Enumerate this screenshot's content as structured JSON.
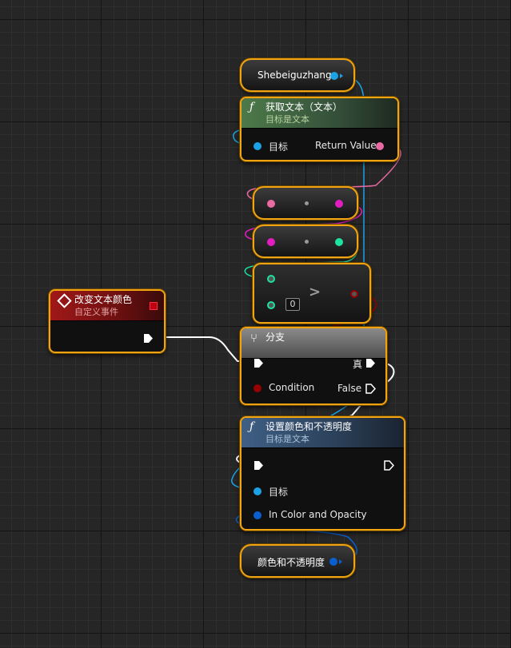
{
  "nodes": {
    "var_shebeiguzhang": {
      "label": "Shebeiguzhang"
    },
    "get_text": {
      "title": "获取文本（文本）",
      "subtitle": "目标是文本",
      "pin_target": "目标",
      "pin_return": "Return Value"
    },
    "custom_event": {
      "title": "改变文本颜色",
      "subtitle": "自定义事件"
    },
    "compare": {
      "operator": ">",
      "default_value": "0"
    },
    "branch": {
      "title": "分支",
      "pin_true": "真",
      "pin_condition": "Condition",
      "pin_false": "False"
    },
    "set_color": {
      "title": "设置颜色和不透明度",
      "subtitle": "目标是文本",
      "pin_target": "目标",
      "pin_color": "In Color and Opacity"
    },
    "var_color": {
      "label": "颜色和不透明度"
    }
  },
  "colors": {
    "node_border": "#f0a412",
    "object_pin": "#1ba1e6",
    "string_pin": "#e86aa2",
    "text_pin": "#e21ec0",
    "int_pin": "#1ee3a0",
    "bool_pin": "#950000",
    "struct_pin": "#0a5fd0",
    "exec_pin": "#ffffff"
  }
}
